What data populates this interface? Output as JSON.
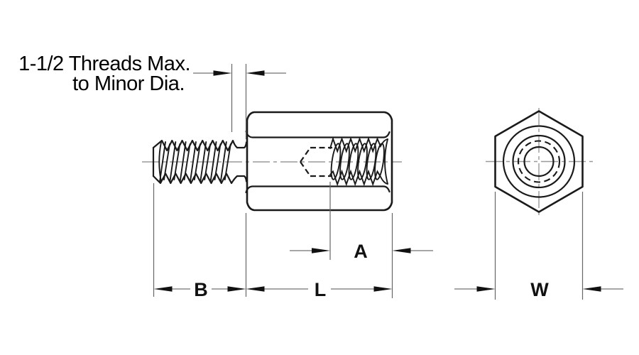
{
  "drawing": {
    "title_note": {
      "line1": "1-1/2 Threads Max.",
      "line2": "to Minor Dia."
    },
    "labels": {
      "internal_thread_depth": "A",
      "stud_thread_length": "B",
      "body_length": "L",
      "width_across_flats": "W"
    },
    "views": {
      "side_view": "male-female hex standoff side view",
      "end_view": "hex end view"
    },
    "colors": {
      "background": "#ffffff",
      "outline": "#1a1a1a",
      "dimension_line": "#8a8a8a",
      "extension_line": "#666666",
      "centerline": "#9a9a9a",
      "arrowhead": "#111111",
      "text": "#111111"
    }
  }
}
